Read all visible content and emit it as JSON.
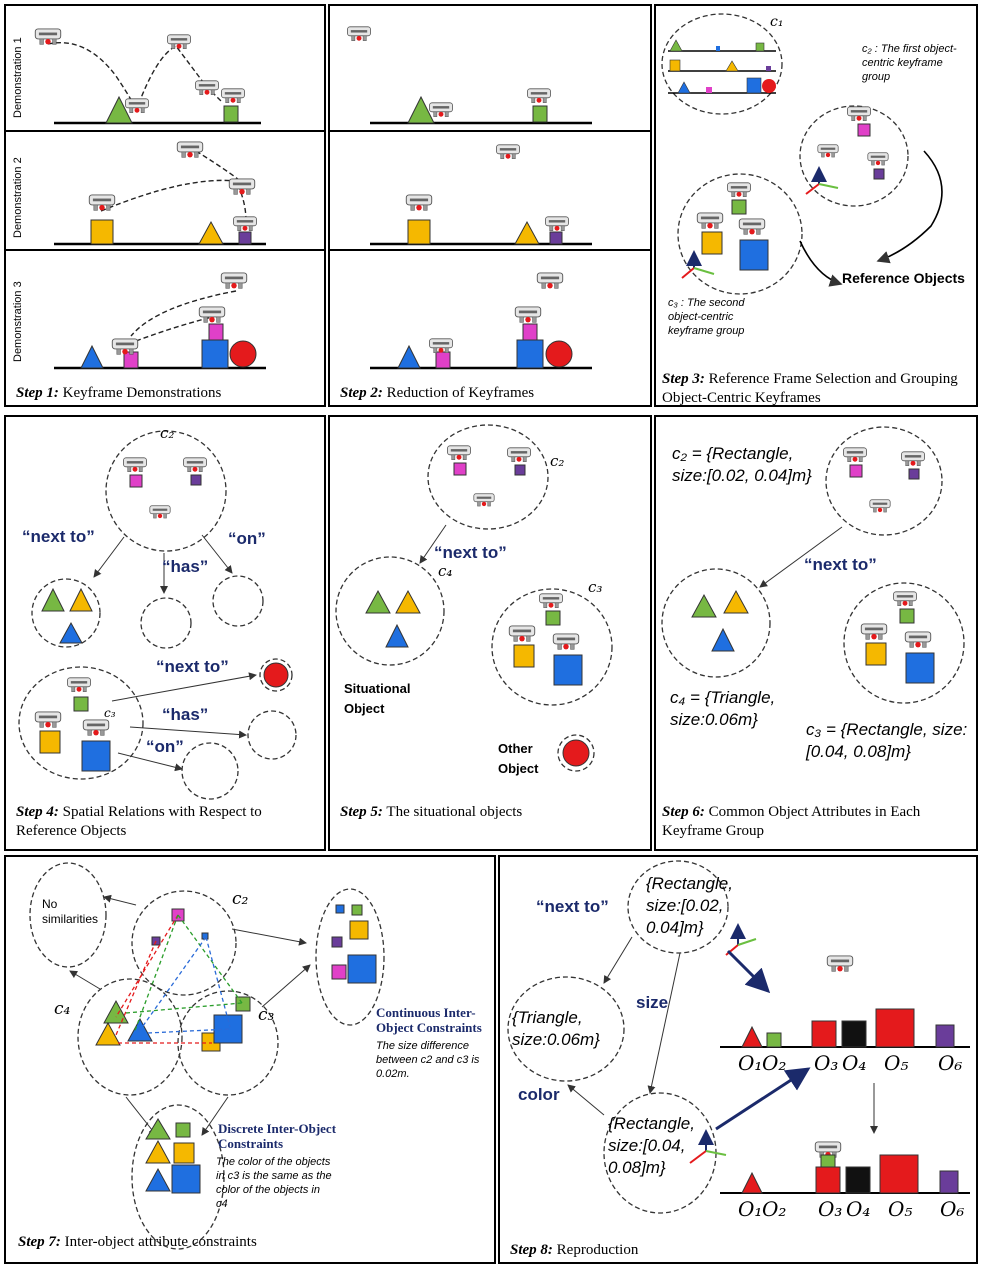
{
  "step1": {
    "prefix": "Step 1:",
    "text": " Keyframe Demonstrations",
    "demo1": "Demonstration 1",
    "demo2": "Demonstration 2",
    "demo3": "Demonstration 3"
  },
  "step2": {
    "prefix": "Step 2:",
    "text": " Reduction of Keyframes"
  },
  "step3": {
    "prefix": "Step 3:",
    "text": " Reference Frame Selection and Grouping Object-Centric Keyframes",
    "c1": "c₁",
    "c2_desc": "c₂ : The first object-centric keyframe group",
    "c3_desc": "c₃ : The second object-centric keyframe group",
    "ref": "Reference Objects"
  },
  "step4": {
    "prefix": "Step 4:",
    "text": " Spatial Relations with Respect to Reference Objects",
    "c2": "c₂",
    "c3": "c₃",
    "next_to": "“next to”",
    "has": "“has”",
    "on": "“on”"
  },
  "step5": {
    "prefix": "Step 5:",
    "text": " The situational objects",
    "c2": "c₂",
    "c3": "c₃",
    "c4": "c₄",
    "next_to": "“next to”",
    "situational": "Situational Object",
    "other": "Other Object"
  },
  "step6": {
    "prefix": "Step 6:",
    "text": " Common Object Attributes in Each Keyframe Group",
    "c2_set": "c₂ = {Rectangle, size:[0.02, 0.04]m}",
    "c4_set": "c₄ = {Triangle, size:0.06m}",
    "c3_set": "c₃ = {Rectangle, size:[0.04, 0.08]m}",
    "next_to": "“next to”"
  },
  "step7": {
    "prefix": "Step 7:",
    "text": " Inter-object attribute constraints",
    "no_sim": "No similarities",
    "c2": "c₂",
    "c3": "c₃",
    "c4": "c₄",
    "continuous": "Continuous Inter-Object Constraints",
    "continuous_desc": "The size difference between c2 and c3 is 0.02m.",
    "discrete": "Discrete Inter-Object Constraints",
    "discrete_desc": "The color of the objects in c3 is the same as the color of the objects in c4"
  },
  "step8": {
    "prefix": "Step 8:",
    "text": " Reproduction",
    "next_to": "“next to”",
    "size": "size",
    "color": "color",
    "rect1": "{Rectangle, size:[0.02, 0.04]m}",
    "tri": "{Triangle, size:0.06m}",
    "rect2": "{Rectangle, size:[0.04, 0.08]m}",
    "o1": "O₁",
    "o2": "O₂",
    "o3": "O₃",
    "o4": "O₄",
    "o5": "O₅",
    "o6": "O₆"
  }
}
